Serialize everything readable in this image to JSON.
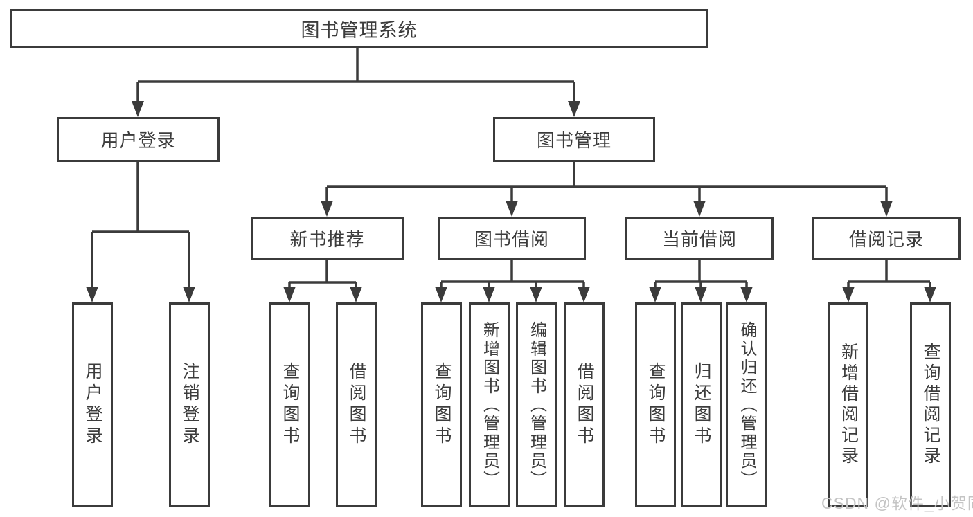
{
  "diagram": {
    "root_label": "图书管理系统",
    "user_login": {
      "label": "用户登录",
      "leaves": [
        "用户登录",
        "注销登录"
      ]
    },
    "book_mgmt": {
      "label": "图书管理"
    },
    "sections": [
      {
        "label": "新书推荐",
        "leaves": [
          "查询图书",
          "借阅图书"
        ]
      },
      {
        "label": "图书借阅",
        "leaves": [
          "查询图书",
          "新增图书（管理员）",
          "编辑图书（管理员）",
          "借阅图书"
        ]
      },
      {
        "label": "当前借阅",
        "leaves": [
          "查询图书",
          "归还图书",
          "确认归还（管理员）"
        ]
      },
      {
        "label": "借阅记录",
        "leaves": [
          "新增借阅记录",
          "查询借阅记录"
        ]
      }
    ]
  },
  "watermark": "CSDN @软件_小贺同学",
  "colors": {
    "line": "#3b3b3b",
    "text": "#3c3c3c",
    "node_background": "#ffffff",
    "watermark_text": "#c4c4c4",
    "background": "#ffffff"
  }
}
